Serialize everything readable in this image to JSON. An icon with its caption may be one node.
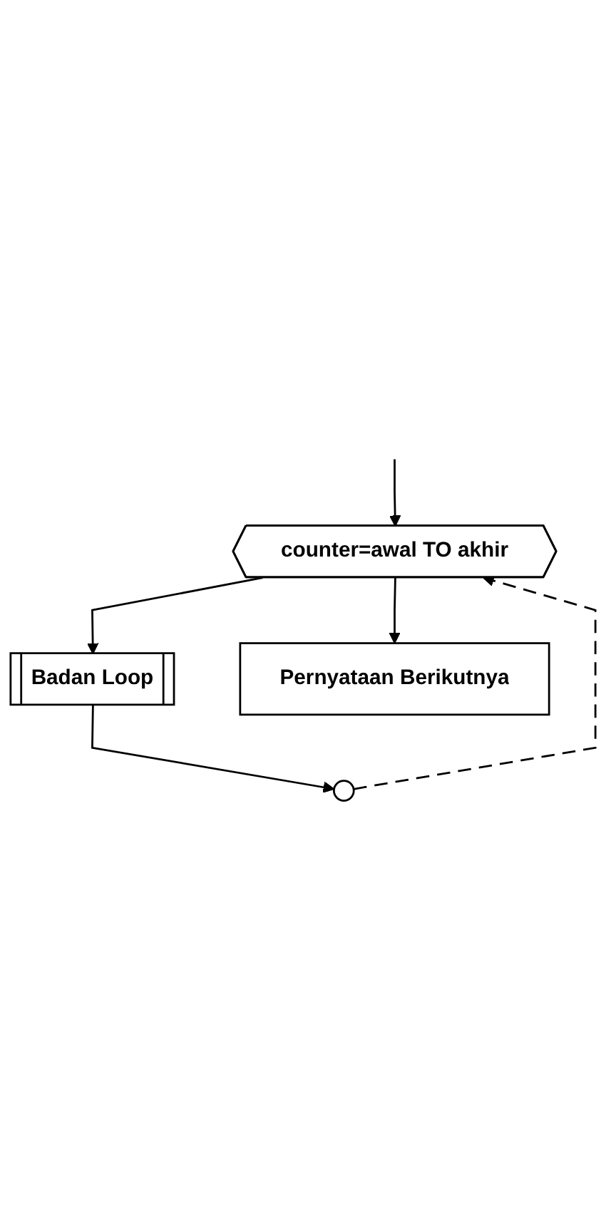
{
  "diagram": {
    "nodes": [
      {
        "text": [
          "counter=awal TO akhir"
        ]
      },
      {
        "text": [
          "Badan Loop"
        ]
      },
      {
        "text": [],
        "shape": "circle"
      },
      {
        "text": [
          "Pernyataan Berikutnya"
        ]
      }
    ],
    "edges": [
      {
        "from": null,
        "to": 0,
        "arrow": "to"
      },
      {
        "from": 0,
        "to": 1,
        "arrow": "to"
      },
      {
        "from": 1,
        "to": 2,
        "arrow": "to"
      },
      {
        "from": 2,
        "to": 0,
        "arrow": "to",
        "style": "dashed"
      },
      {
        "from": 0,
        "to": 3,
        "arrow": "to"
      }
    ]
  }
}
